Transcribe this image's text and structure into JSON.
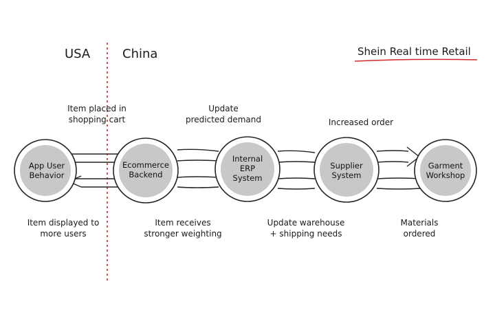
{
  "regions": {
    "left": "USA",
    "right": "China"
  },
  "title": "Shein Real time Retail",
  "colors": {
    "divider": "#d0262b",
    "title_underline": "#d0262b",
    "node_fill": "#c8c8c8",
    "stroke": "#222222"
  },
  "nodes": [
    {
      "id": "app",
      "label": "App User\nBehavior"
    },
    {
      "id": "ecom",
      "label": "Ecommerce\nBackend"
    },
    {
      "id": "erp",
      "label": "Internal\nERP\nSystem"
    },
    {
      "id": "supplier",
      "label": "Supplier\nSystem"
    },
    {
      "id": "garment",
      "label": "Garment\nWorkshop"
    }
  ],
  "top_labels": [
    {
      "text": "Item placed in\nshopping cart"
    },
    {
      "text": "Update\npredicted demand"
    },
    {
      "text": "Increased order"
    }
  ],
  "bottom_labels": [
    {
      "text": "Item displayed to\nmore users"
    },
    {
      "text": "Item receives\nstronger weighting"
    },
    {
      "text": "Update warehouse\n+ shipping needs"
    },
    {
      "text": "Materials\nordered"
    }
  ]
}
